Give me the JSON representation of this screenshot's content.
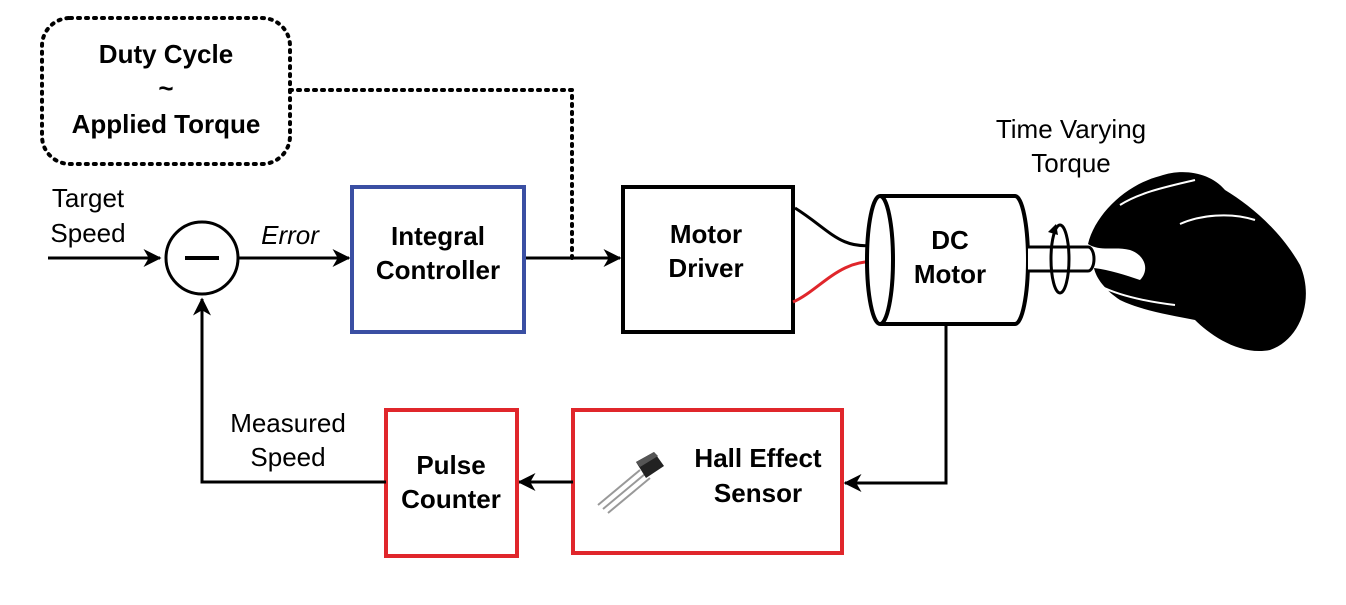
{
  "annotation": {
    "line1": "Duty Cycle",
    "line2": "~",
    "line3": "Applied Torque"
  },
  "inputs": {
    "target_line1": "Target",
    "target_line2": "Speed",
    "summer_symbol": "−",
    "error": "Error",
    "measured_line1": "Measured",
    "measured_line2": "Speed",
    "torque_line1": "Time Varying",
    "torque_line2": "Torque"
  },
  "blocks": {
    "controller_line1": "Integral",
    "controller_line2": "Controller",
    "driver_line1": "Motor",
    "driver_line2": "Driver",
    "motor_line1": "DC",
    "motor_line2": "Motor",
    "sensor_line1": "Hall Effect",
    "sensor_line2": "Sensor",
    "counter_line1": "Pulse",
    "counter_line2": "Counter"
  },
  "colors": {
    "controller_border": "#3a4fa3",
    "feedback_border": "#e0262b",
    "wire_red": "#e0262b",
    "line": "#000000"
  }
}
